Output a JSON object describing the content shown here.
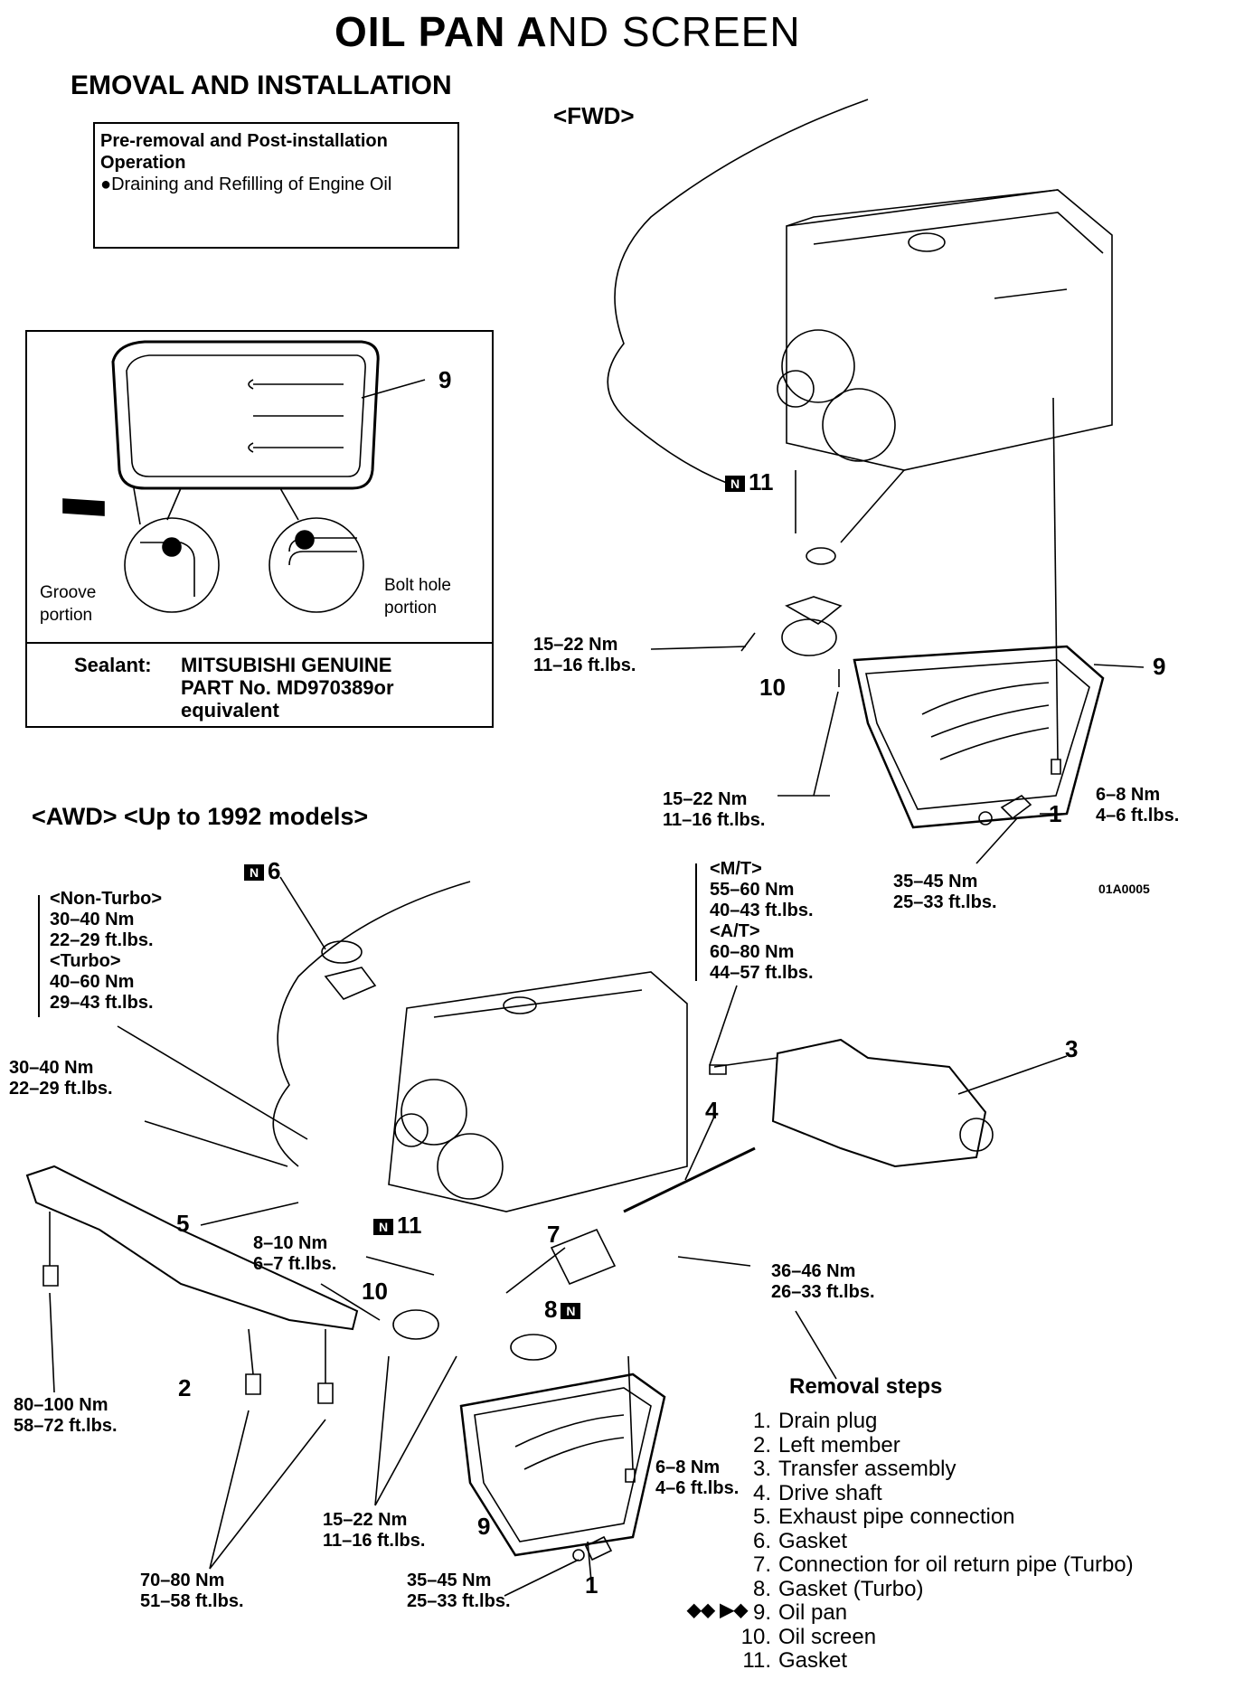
{
  "header": {
    "title_part1": "OIL PAN A",
    "title_part2": "ND SCREEN",
    "subtitle": "EMOVAL AND INSTALLATION"
  },
  "preop_box": {
    "heading_line1": "Pre-removal  and  Post-installation",
    "heading_line2": "Operation",
    "item": "●Draining and Refilling of Engine Oil"
  },
  "sealant_box": {
    "callout": "9",
    "groove_line1": "Groove",
    "groove_line2": "portion",
    "bolt_line1": "Bolt  hole",
    "bolt_line2": "portion",
    "sealant_label": "Sealant:",
    "sealant_line1": "MITSUBISHI GENUINE",
    "sealant_line2": "PART No. MD970389or",
    "sealant_line3": "equivalent"
  },
  "fwd": {
    "label": "<FWD>",
    "n_badge": "N",
    "callout_11": "11",
    "torque_screen_left_nm": "15–22  Nm",
    "torque_screen_left_ft": "11–16  ft.lbs.",
    "callout_10": "10",
    "callout_9": "9",
    "torque_screen_right_nm": "15–22  Nm",
    "torque_screen_right_ft": "11–16  ft.lbs.",
    "torque_pan_nm": "6–8  Nm",
    "torque_pan_ft": "4–6  ft.lbs.",
    "callout_1": "1",
    "torque_drain_nm": "35–45  Nm",
    "torque_drain_ft": "25–33  ft.lbs.",
    "figure_code": "01A0005"
  },
  "awd": {
    "label": "<AWD>  <Up to 1992 models>",
    "n6_badge": "N",
    "callout_6": "6",
    "nonturbo_label": "<Non-Turbo>",
    "nonturbo_nm": "30–40  Nm",
    "nonturbo_ft": "22–29  ft.lbs.",
    "turbo_label": "<Turbo>",
    "turbo_nm": "40–60  Nm",
    "turbo_ft": "29–43  ft.lbs.",
    "torque_exh_nm": "30–40  Nm",
    "torque_exh_ft": "22–29  ft.lbs.",
    "mt_label": "<M/T>",
    "mt_nm": "55–60  Nm",
    "mt_ft": "40–43  ft.lbs.",
    "at_label": "<A/T>",
    "at_nm": "60–80  Nm",
    "at_ft": "44–57  ft.lbs.",
    "callout_3": "3",
    "callout_4": "4",
    "callout_5": "5",
    "n11_badge": "N",
    "callout_11": "11",
    "torque_turbo_pipe_nm": "8–10  Nm",
    "torque_turbo_pipe_ft": "6–7  ft.lbs.",
    "callout_7": "7",
    "callout_10": "10",
    "callout_8": "8",
    "n8_badge": "N",
    "torque_shaft_nm": "36–46  Nm",
    "torque_shaft_ft": "26–33  ft.lbs.",
    "callout_2": "2",
    "torque_member_nm": "80–100  Nm",
    "torque_member_ft": "58–72  ft.lbs.",
    "torque_member2_nm": "70–80  Nm",
    "torque_member2_ft": "51–58  ft.lbs.",
    "torque_screen_nm": "15–22  Nm",
    "torque_screen_ft": "11–16  ft.lbs.",
    "callout_9": "9",
    "torque_pan_nm": "6–8  Nm",
    "torque_pan_ft": "4–6  ft.lbs.",
    "torque_drain_nm": "35–45  Nm",
    "torque_drain_ft": "25–33  ft.lbs.",
    "callout_1": "1"
  },
  "removal": {
    "title": "Removal steps",
    "arrows": "◆◆ ▶◆",
    "steps": [
      {
        "n": "1.",
        "label": "Drain plug"
      },
      {
        "n": "2.",
        "label": "Left member"
      },
      {
        "n": "3.",
        "label": "Transfer assembly"
      },
      {
        "n": "4.",
        "label": "Drive shaft"
      },
      {
        "n": "5.",
        "label": "Exhaust pipe connection"
      },
      {
        "n": "6.",
        "label": "Gasket"
      },
      {
        "n": "7.",
        "label": "Connection for oil return pipe (Turbo)"
      },
      {
        "n": "8.",
        "label": "Gasket (Turbo)"
      },
      {
        "n": "9.",
        "label": "Oil pan"
      },
      {
        "n": "10.",
        "label": "Oil screen"
      },
      {
        "n": "11.",
        "label": "Gasket"
      }
    ]
  }
}
